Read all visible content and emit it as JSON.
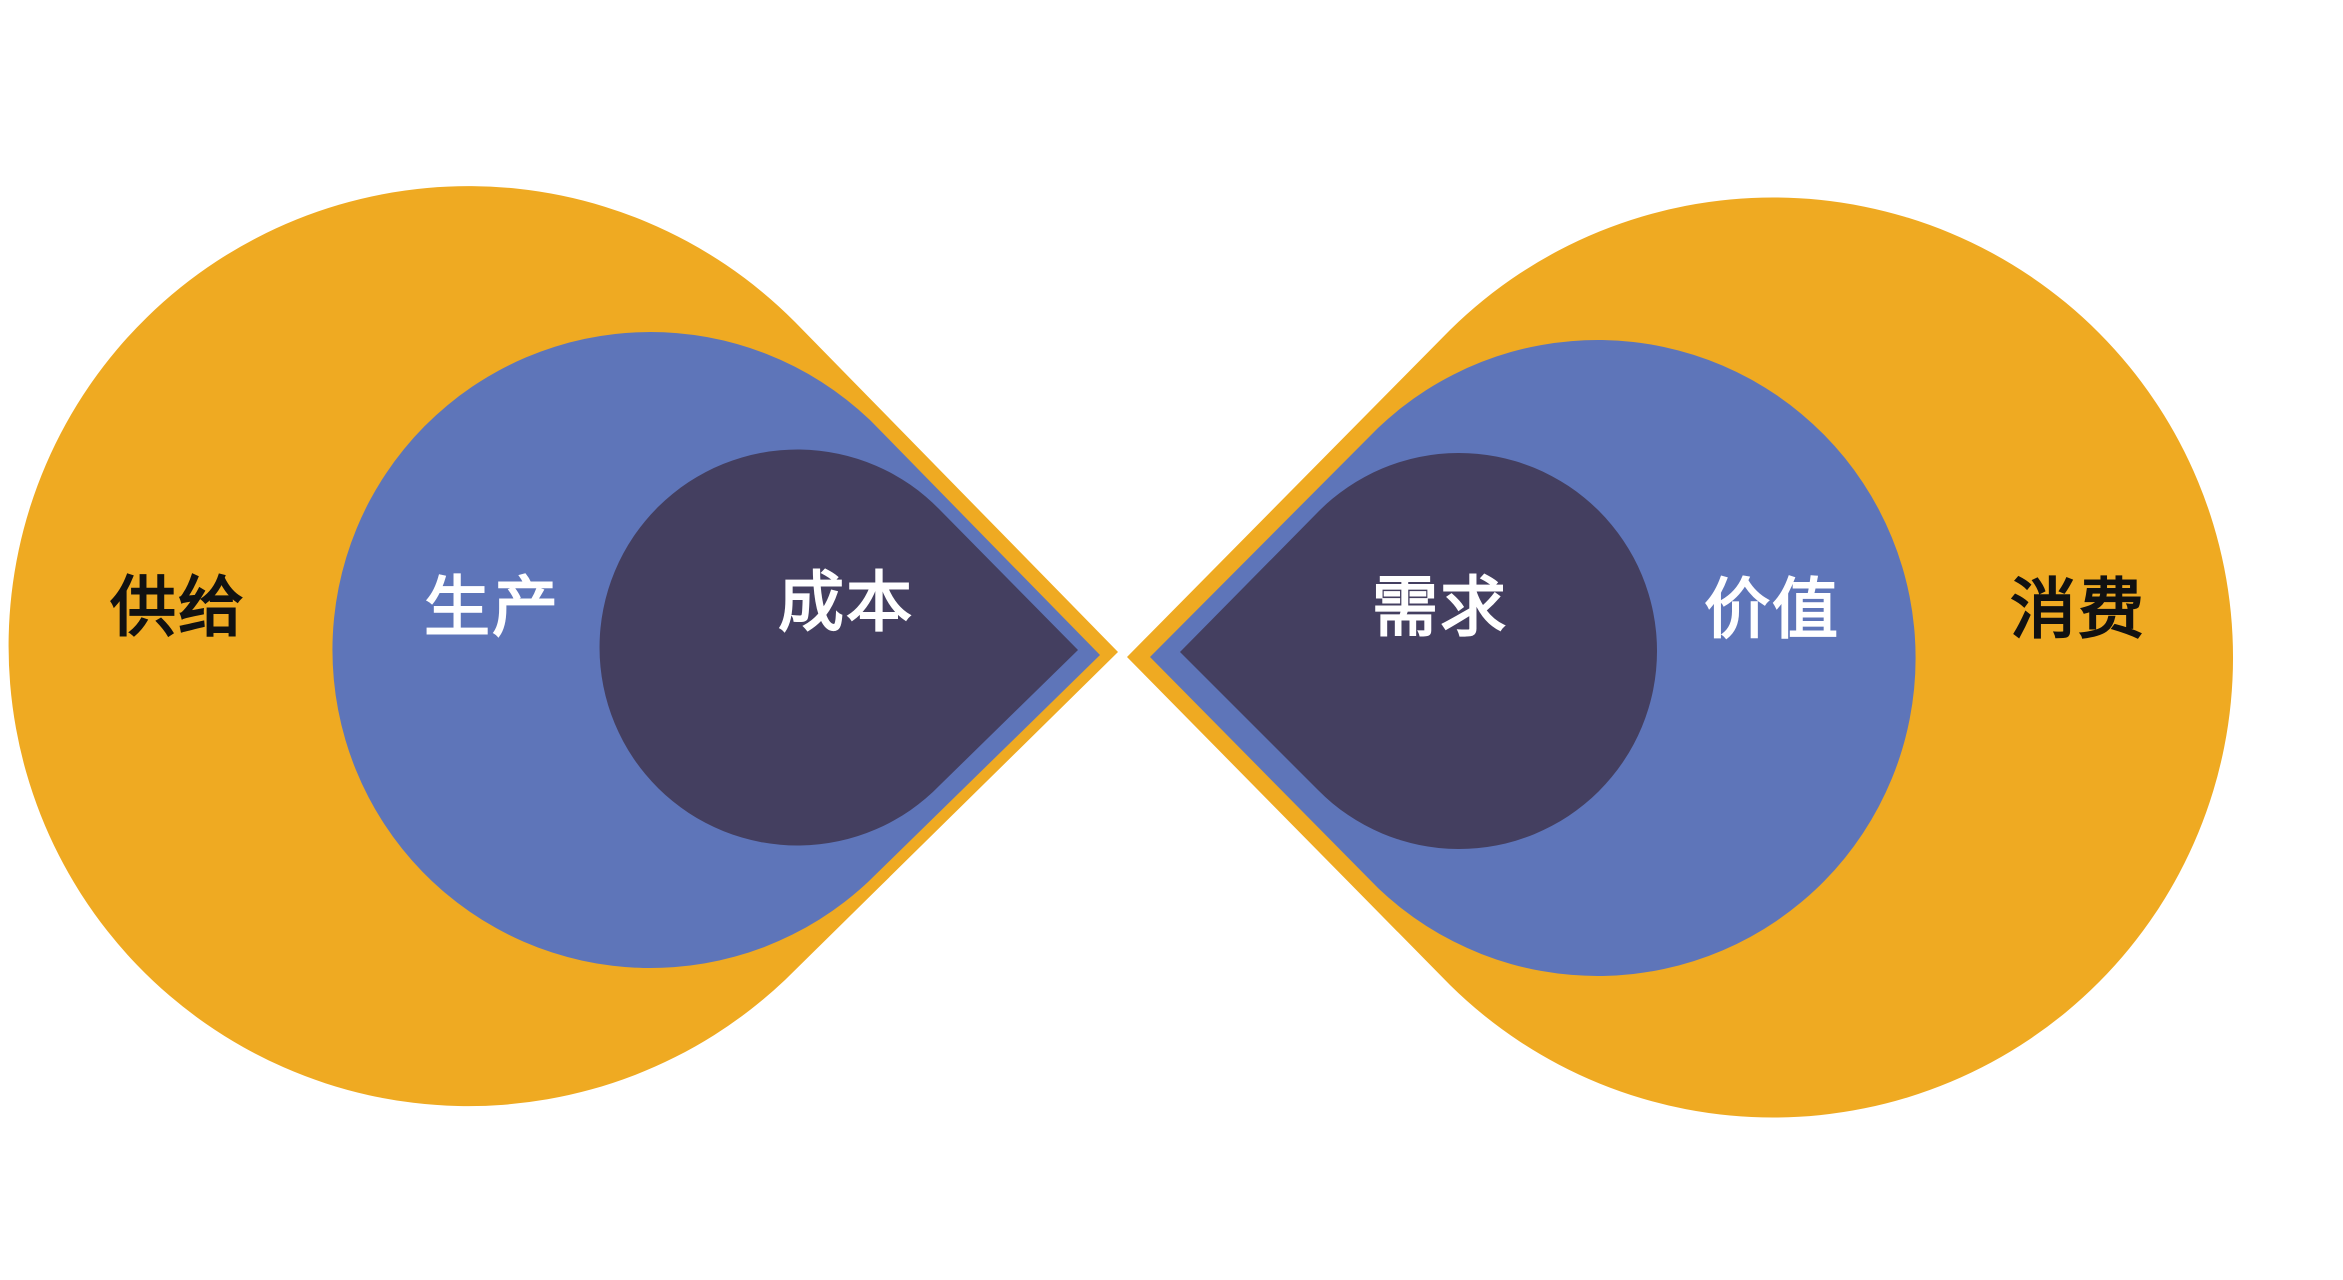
{
  "diagram": {
    "left": {
      "outer_label": "供给",
      "middle_label": "生产",
      "inner_label": "成本"
    },
    "right": {
      "inner_label": "需求",
      "middle_label": "价值",
      "outer_label": "消费"
    },
    "colors": {
      "outer": "#EFAA22",
      "middle": "#5E75B9",
      "inner": "#443F60",
      "dark_text": "#111111",
      "light_text": "#ffffff"
    }
  }
}
